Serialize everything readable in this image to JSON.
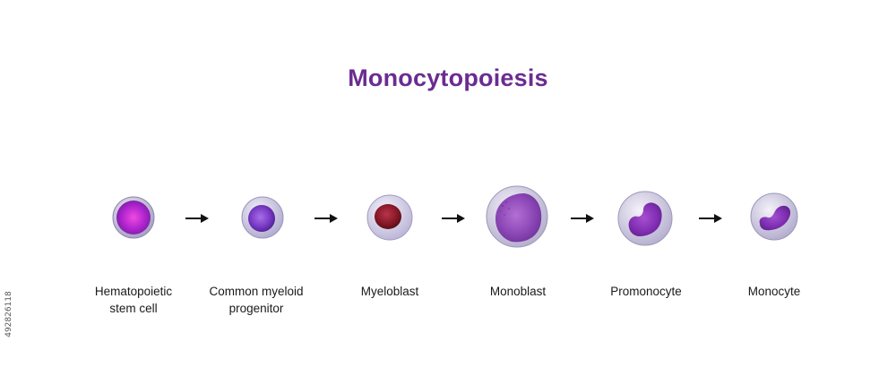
{
  "title": "Monocytopoiesis",
  "colors": {
    "title": "#6a2c91",
    "arrow": "#111111",
    "nucleus_primary": "#7a2ea8",
    "nucleus_myeloblast": "#8a1d2a",
    "cytoplasm": "#d9d6e6"
  },
  "stages": [
    {
      "line1": "Hematopoietic",
      "line2": "stem cell"
    },
    {
      "line1": "Common myeloid",
      "line2": "progenitor"
    },
    {
      "line1": "Myeloblast",
      "line2": ""
    },
    {
      "line1": "Monoblast",
      "line2": ""
    },
    {
      "line1": "Promonocyte",
      "line2": ""
    },
    {
      "line1": "Monocyte",
      "line2": ""
    }
  ],
  "arrow_icon": "right-arrow-icon",
  "side_id": "492826118"
}
